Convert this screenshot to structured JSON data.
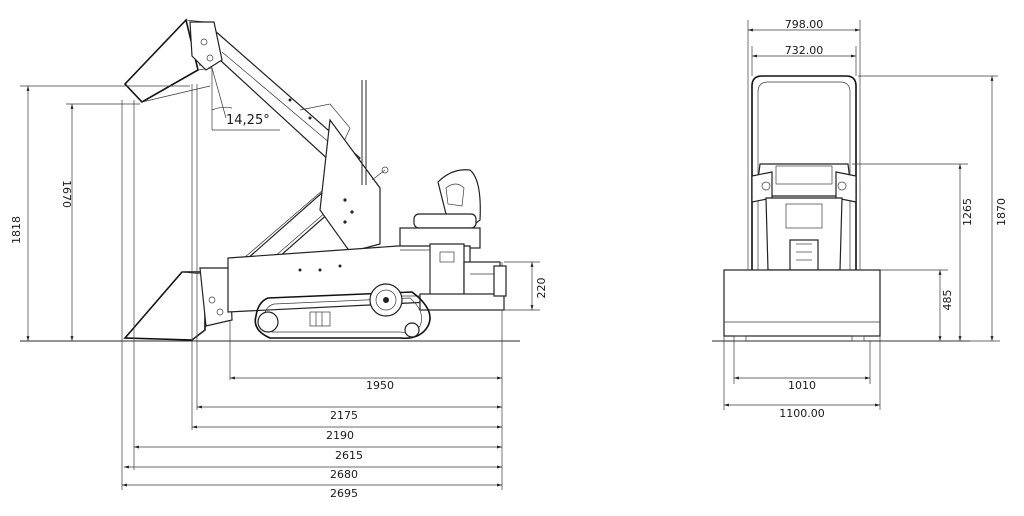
{
  "side_view": {
    "angle": "14,25°",
    "heights": {
      "h1818": "1818",
      "h1670": "1670",
      "h220": "220"
    },
    "lengths": {
      "l1950": "1950",
      "l2175": "2175",
      "l2190": "2190",
      "l2615": "2615",
      "l2680": "2680",
      "l2695": "2695"
    }
  },
  "front_view": {
    "widths": {
      "w798": "798.00",
      "w732": "732.00",
      "w1010": "1010",
      "w1100": "1100.00"
    },
    "heights": {
      "h485": "485",
      "h1265": "1265",
      "h1870": "1870"
    }
  }
}
